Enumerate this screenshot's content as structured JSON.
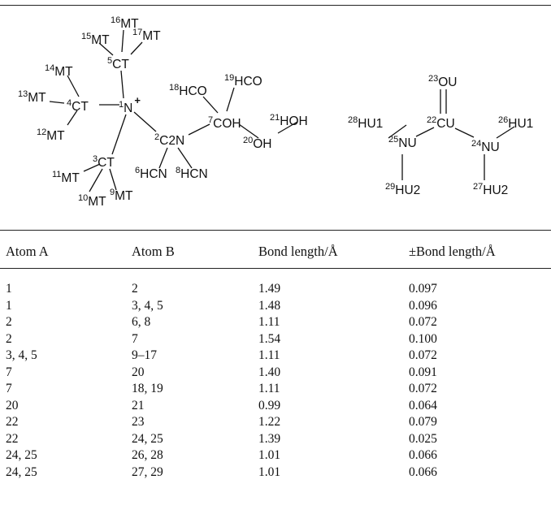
{
  "figure": {
    "molecule_left": {
      "atoms": [
        {
          "id": "n1",
          "sup": "1",
          "label": "N",
          "charge": "+"
        },
        {
          "id": "c2",
          "sup": "2",
          "label": "C2N"
        },
        {
          "id": "c3",
          "sup": "3",
          "label": "CT"
        },
        {
          "id": "c4",
          "sup": "4",
          "label": "CT"
        },
        {
          "id": "c5",
          "sup": "5",
          "label": "CT"
        },
        {
          "id": "h6",
          "sup": "6",
          "label": "HCN"
        },
        {
          "id": "c7",
          "sup": "7",
          "label": "COH"
        },
        {
          "id": "h8",
          "sup": "8",
          "label": "HCN"
        },
        {
          "id": "h9",
          "sup": "9",
          "label": "MT"
        },
        {
          "id": "h10",
          "sup": "10",
          "label": "MT"
        },
        {
          "id": "h11",
          "sup": "11",
          "label": "MT"
        },
        {
          "id": "h12",
          "sup": "12",
          "label": "MT"
        },
        {
          "id": "h13",
          "sup": "13",
          "label": "MT"
        },
        {
          "id": "h14",
          "sup": "14",
          "label": "MT"
        },
        {
          "id": "h15",
          "sup": "15",
          "label": "MT"
        },
        {
          "id": "h16",
          "sup": "16",
          "label": "MT"
        },
        {
          "id": "h17",
          "sup": "17",
          "label": "MT"
        },
        {
          "id": "h18",
          "sup": "18",
          "label": "HCO"
        },
        {
          "id": "h19",
          "sup": "19",
          "label": "HCO"
        },
        {
          "id": "o20",
          "sup": "20",
          "label": "OH"
        },
        {
          "id": "h21",
          "sup": "21",
          "label": "HOH"
        }
      ]
    },
    "molecule_right": {
      "atoms": [
        {
          "id": "c22",
          "sup": "22",
          "label": "CU"
        },
        {
          "id": "o23",
          "sup": "23",
          "label": "OU"
        },
        {
          "id": "n24",
          "sup": "24",
          "label": "NU"
        },
        {
          "id": "n25",
          "sup": "25",
          "label": "NU"
        },
        {
          "id": "h26",
          "sup": "26",
          "label": "HU1"
        },
        {
          "id": "h27",
          "sup": "27",
          "label": "HU2"
        },
        {
          "id": "h28",
          "sup": "28",
          "label": "HU1"
        },
        {
          "id": "h29",
          "sup": "29",
          "label": "HU2"
        }
      ]
    }
  },
  "table": {
    "headers": [
      "Atom A",
      "Atom B",
      "Bond length/Å",
      "±Bond length/Å"
    ],
    "rows": [
      [
        "1",
        "2",
        "1.49",
        "0.097"
      ],
      [
        "1",
        "3, 4, 5",
        "1.48",
        "0.096"
      ],
      [
        "2",
        "6, 8",
        "1.11",
        "0.072"
      ],
      [
        "2",
        "7",
        "1.54",
        "0.100"
      ],
      [
        "3, 4, 5",
        "9–17",
        "1.11",
        "0.072"
      ],
      [
        "7",
        "20",
        "1.40",
        "0.091"
      ],
      [
        "7",
        "18, 19",
        "1.11",
        "0.072"
      ],
      [
        "20",
        "21",
        "0.99",
        "0.064"
      ],
      [
        "22",
        "23",
        "1.22",
        "0.079"
      ],
      [
        "22",
        "24, 25",
        "1.39",
        "0.025"
      ],
      [
        "24, 25",
        "26, 28",
        "1.01",
        "0.066"
      ],
      [
        "24, 25",
        "27, 29",
        "1.01",
        "0.066"
      ]
    ]
  }
}
